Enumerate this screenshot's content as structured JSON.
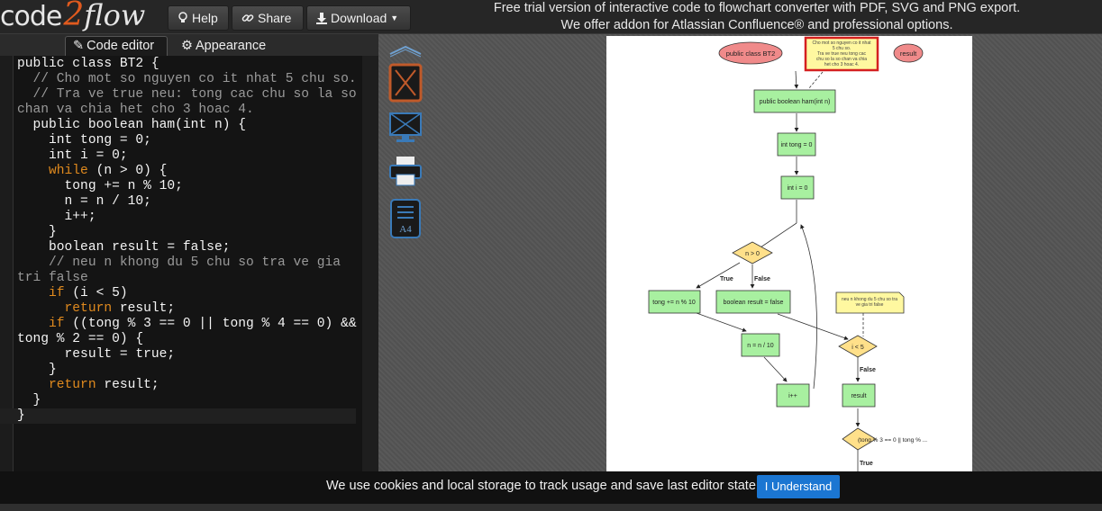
{
  "logo": {
    "part1": "code",
    "part2": "2",
    "part3": "flow"
  },
  "nav": {
    "help": "Help",
    "share": "Share",
    "download": "Download"
  },
  "promo": {
    "line1": "Free trial version of interactive code to flowchart converter with PDF, SVG and PNG export.",
    "line2": "We offer addon for Atlassian Confluence® and professional options."
  },
  "tabs": {
    "code_editor": "Code editor",
    "appearance": "Appearance"
  },
  "code_lines": [
    "public class BT2 {",
    "  // Cho mot so nguyen co it nhat 5 chu so.",
    "  // Tra ve true neu: tong cac chu so la so",
    "chan va chia het cho 3 hoac 4.",
    "  public boolean ham(int n) {",
    "    int tong = 0;",
    "    int i = 0;",
    "    while (n > 0) {",
    "      tong += n % 10;",
    "      n = n / 10;",
    "      i++;",
    "    }",
    "    boolean result = false;",
    "    // neu n khong du 5 chu so tra ve gia",
    "tri false",
    "    if (i < 5)",
    "      return result;",
    "    if ((tong % 3 == 0 || tong % 4 == 0) &&",
    "tong % 2 == 0) {",
    "      result = true;",
    "    }",
    "    return result;",
    "  }",
    "}"
  ],
  "tools": {
    "a4_label": "A4"
  },
  "flowchart": {
    "start": "public class BT2",
    "result_node": "result",
    "comment1": [
      "Cho mot so nguyen co it nhat",
      "5 chu so.",
      "Tra ve true neu tong cac",
      "chu so la so chan va chia",
      "het cho 3 hoac 4."
    ],
    "method": "public boolean ham(int n)",
    "tong0": "int tong = 0",
    "i0": "int i = 0",
    "cond_n": "n > 0",
    "true_label": "True",
    "false_label": "False",
    "tong_add": "tong += n % 10",
    "bool_result": "boolean result = false",
    "comment2": [
      "neu n khong du 5 chu so tra",
      "ve gia tri false"
    ],
    "n_div": "n = n / 10",
    "cond_i": "i < 5",
    "false_label2": "False",
    "result_box": "result",
    "i_inc": "i++",
    "cond_tong": "(tong % 3 == 0 || tong % ...",
    "true_label2": "True"
  },
  "cookie": {
    "text": "We use cookies and local storage to track usage and save last editor state.",
    "button": "I Understand"
  },
  "colors": {
    "accent": "#e05a1e",
    "keyword": "#e08a1e",
    "node_green": "#a8f0a0",
    "decision": "#ffe08a",
    "terminal": "#f08a8a",
    "comment": "#fff8a0",
    "button_blue": "#1b76d2"
  }
}
